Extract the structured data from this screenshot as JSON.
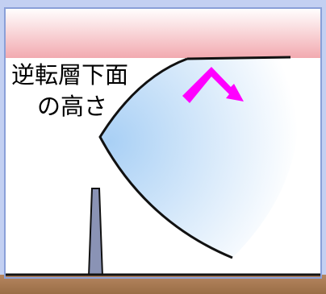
{
  "label": {
    "line1": "逆転層下面",
    "line2": "の高さ"
  },
  "colors": {
    "frame_background": "#c3d0f2",
    "inversion_layer_top": "#ffffff",
    "inversion_layer_bottom": "#f2aab0",
    "plume_fill_light": "#ffffff",
    "plume_fill_blue": "#a9d0f5",
    "arrow": "#ff00ff",
    "outline": "#111111",
    "chimney": "#8a93b5",
    "ground": "#9a6e46"
  },
  "icons": {
    "arrow": "down-right-bent-arrow",
    "chimney": "smokestack"
  }
}
